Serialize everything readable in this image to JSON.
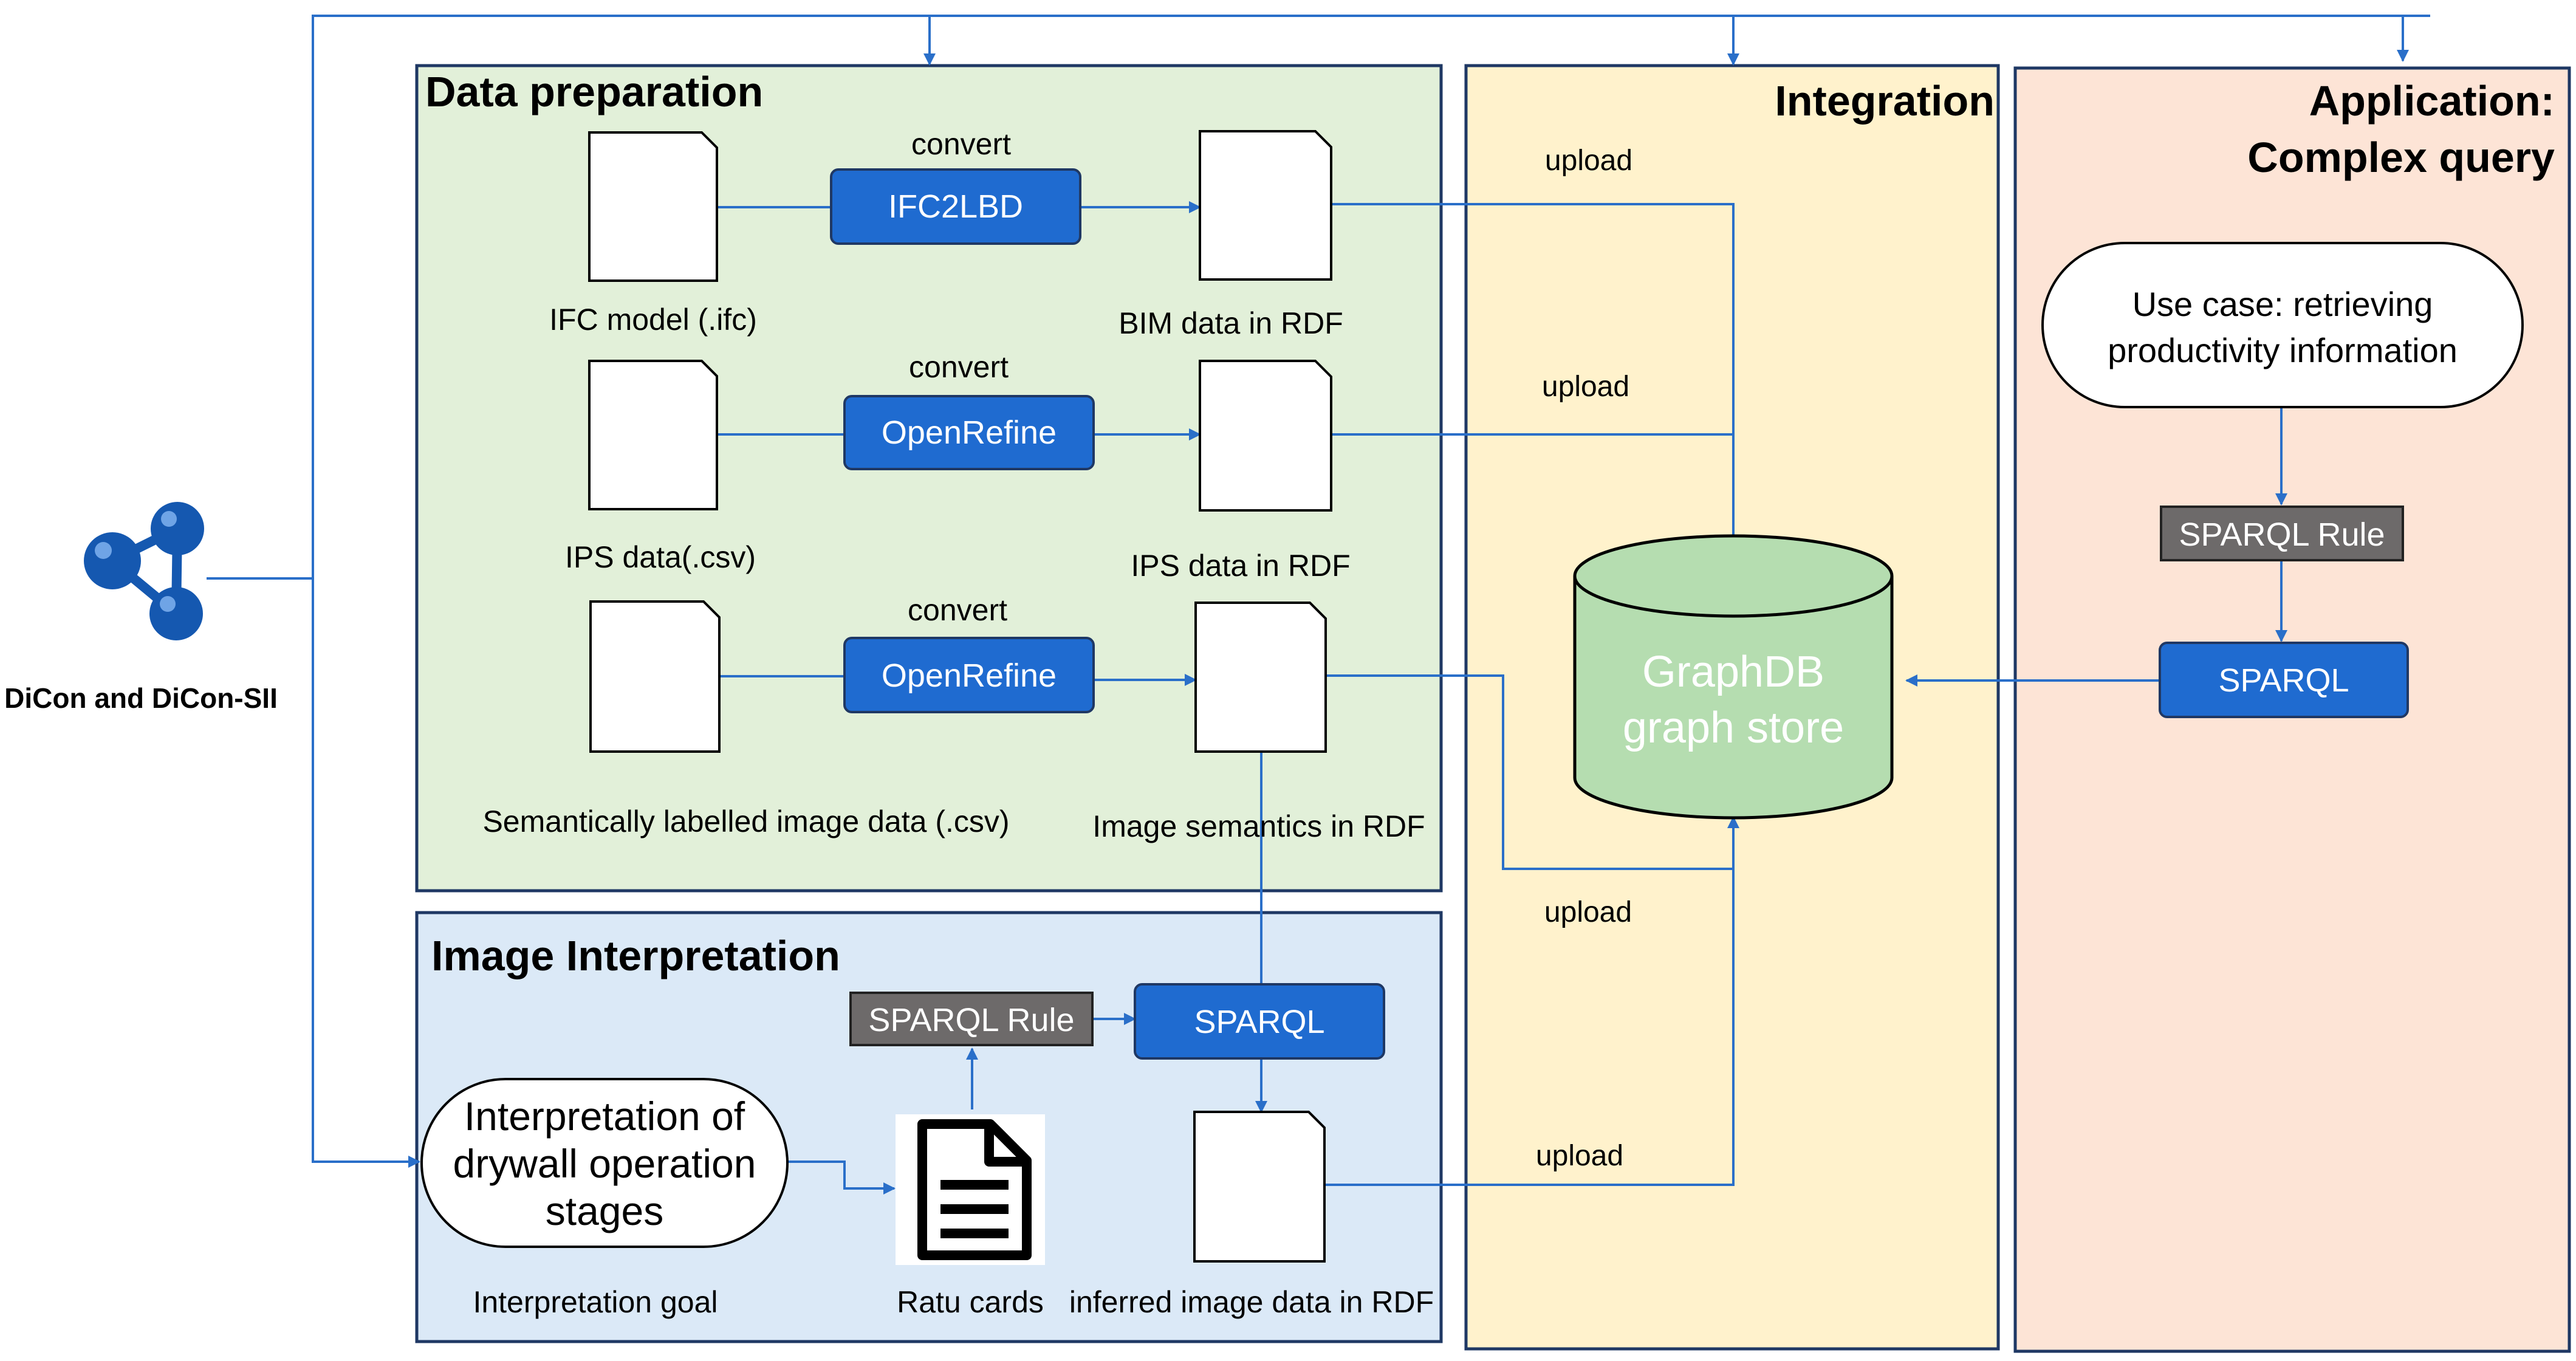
{
  "colors": {
    "prep_bg": "#e2f0d9",
    "interp_bg": "#dbe9f7",
    "integration_bg": "#fff2cc",
    "application_bg": "#fde4d6",
    "button_blue": "#1f6bd0",
    "rule_gray": "#6d6a6a",
    "db_green": "#b5ddb0",
    "connector": "#2a6fc9"
  },
  "source": {
    "label": "DiCon and DiCon-SII",
    "icon": "ontology-network-icon"
  },
  "sections": {
    "data_preparation": "Data preparation",
    "image_interpretation": "Image Interpretation",
    "integration": "Integration",
    "application_line1": "Application:",
    "application_line2": "Complex query"
  },
  "data_preparation": {
    "rows": [
      {
        "input_label": "IFC model (.ifc)",
        "action": "convert",
        "tool": "IFC2LBD",
        "output_label": "BIM data in RDF",
        "upload": "upload"
      },
      {
        "input_label": "IPS data(.csv)",
        "action": "convert",
        "tool": "OpenRefine",
        "output_label": "IPS data in RDF",
        "upload": "upload"
      },
      {
        "input_label": "Semantically labelled image data (.csv)",
        "action": "convert",
        "tool": "OpenRefine",
        "output_label": "Image semantics in RDF",
        "upload": "upload"
      }
    ]
  },
  "image_interpretation": {
    "goal_text_line1": "Interpretation of",
    "goal_text_line2": "drywall operation",
    "goal_text_line3": "stages",
    "goal_label": "Interpretation goal",
    "cards_label": "Ratu cards",
    "rule": "SPARQL Rule",
    "sparql": "SPARQL",
    "output_label": "inferred image data  in RDF",
    "upload": "upload"
  },
  "integration": {
    "store_line1": "GraphDB",
    "store_line2": "graph store"
  },
  "application": {
    "use_case_line1": "Use case: retrieving",
    "use_case_line2": "productivity information",
    "rule": "SPARQL Rule",
    "sparql": "SPARQL"
  }
}
